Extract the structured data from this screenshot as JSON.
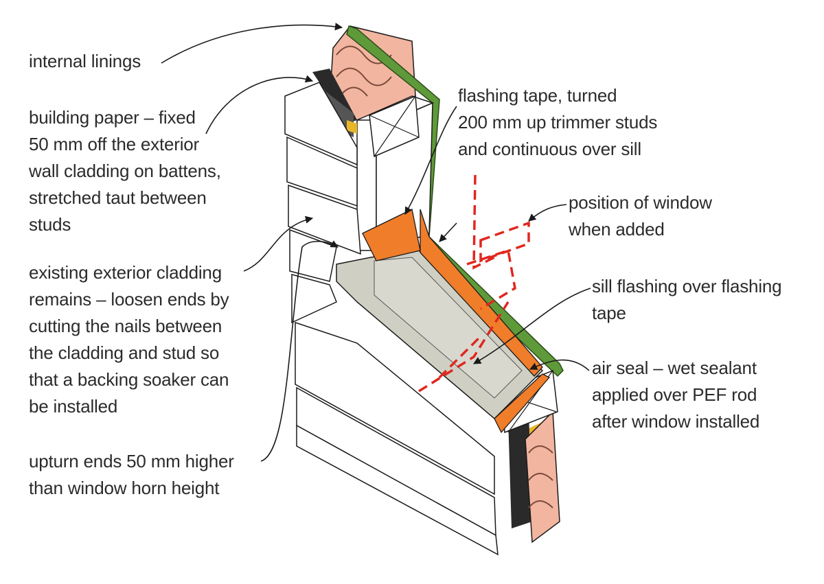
{
  "labels": {
    "internal_linings": [
      "internal linings"
    ],
    "building_paper": [
      "building paper – fixed",
      "50 mm off the exterior",
      "wall cladding on battens,",
      "stretched taut between",
      "studs"
    ],
    "existing_cladding": [
      "existing exterior cladding",
      "remains – loosen ends by",
      "cutting the nails between",
      "the cladding and stud so",
      "that a backing soaker can",
      "be installed"
    ],
    "upturn_ends": [
      "upturn ends 50 mm higher",
      "than window horn height"
    ],
    "flashing_tape": [
      "flashing tape, turned",
      "200 mm up trimmer studs",
      "and continuous over sill"
    ],
    "window_position": [
      "position of window",
      "when added"
    ],
    "sill_flashing": [
      "sill flashing over flashing",
      "tape"
    ],
    "air_seal": [
      "air seal – wet sealant",
      "applied over PEF rod",
      "after window installed"
    ]
  },
  "colors": {
    "flashing_tape": "#f07d2a",
    "sill_flashing": "#cfcfc4",
    "internal_lining": "#5f9a3a",
    "insulation": "#f2b5a0",
    "window_outline": "#e0271f",
    "cladding": "#ffffff",
    "line": "#1a1a1a"
  }
}
